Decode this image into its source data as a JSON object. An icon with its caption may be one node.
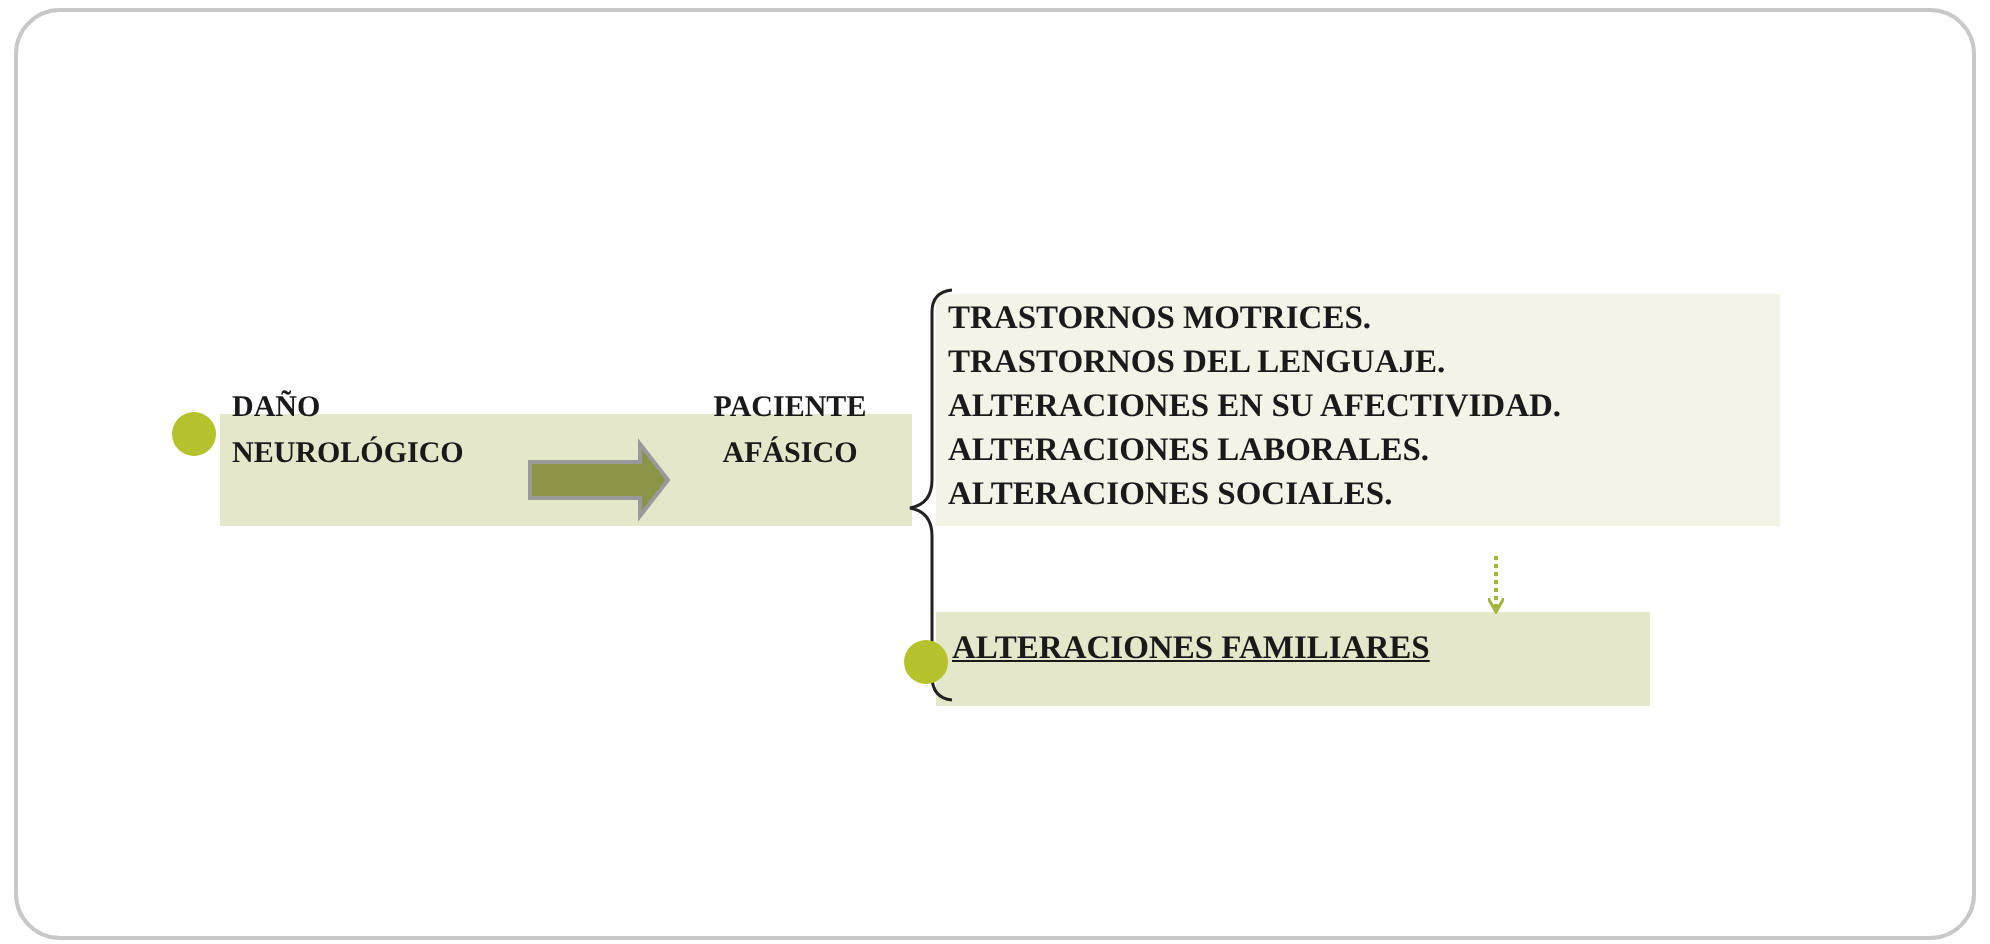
{
  "diagram": {
    "nodes": [
      {
        "text": [
          "DAÑO NEUROLÓGICO"
        ]
      },
      {
        "text": [
          "PACIENTE AFÁSICO"
        ]
      },
      {
        "text": [
          "TRASTORNOS MOTRICES.",
          "TRASTORNOS DEL LENGUAJE.",
          "ALTERACIONES EN SU AFECTIVIDAD.",
          "ALTERACIONES LABORALES.",
          "ALTERACIONES SOCIALES."
        ]
      },
      {
        "text": [
          "ALTERACIONES FAMILIARES"
        ]
      }
    ],
    "edges": [
      {
        "from": 0,
        "to": 1,
        "arrow": "to",
        "style": "thick"
      },
      {
        "from": 2,
        "to": 3,
        "arrow": "to",
        "style": "dashed",
        "color": "#a4b43a"
      }
    ]
  }
}
